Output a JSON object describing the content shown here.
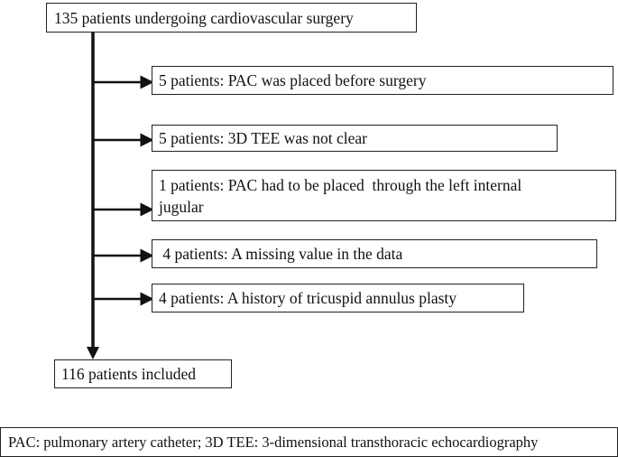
{
  "top_box": "135 patients undergoing cardiovascular surgery",
  "exclusions": [
    {
      "lines": [
        "5 patients: PAC was placed before surgery"
      ]
    },
    {
      "lines": [
        "5 patients: 3D TEE was not clear"
      ]
    },
    {
      "lines": [
        "1 patients: PAC had to be placed  through the left internal",
        "jugular"
      ]
    },
    {
      "lines": [
        " 4 patients: A missing value in the data"
      ]
    },
    {
      "lines": [
        "4 patients: A history of tricuspid annulus plasty"
      ]
    }
  ],
  "bottom_box": "116 patients included",
  "footnote": "PAC: pulmonary artery catheter; 3D TEE: 3-dimensional transthoracic echocardiography"
}
